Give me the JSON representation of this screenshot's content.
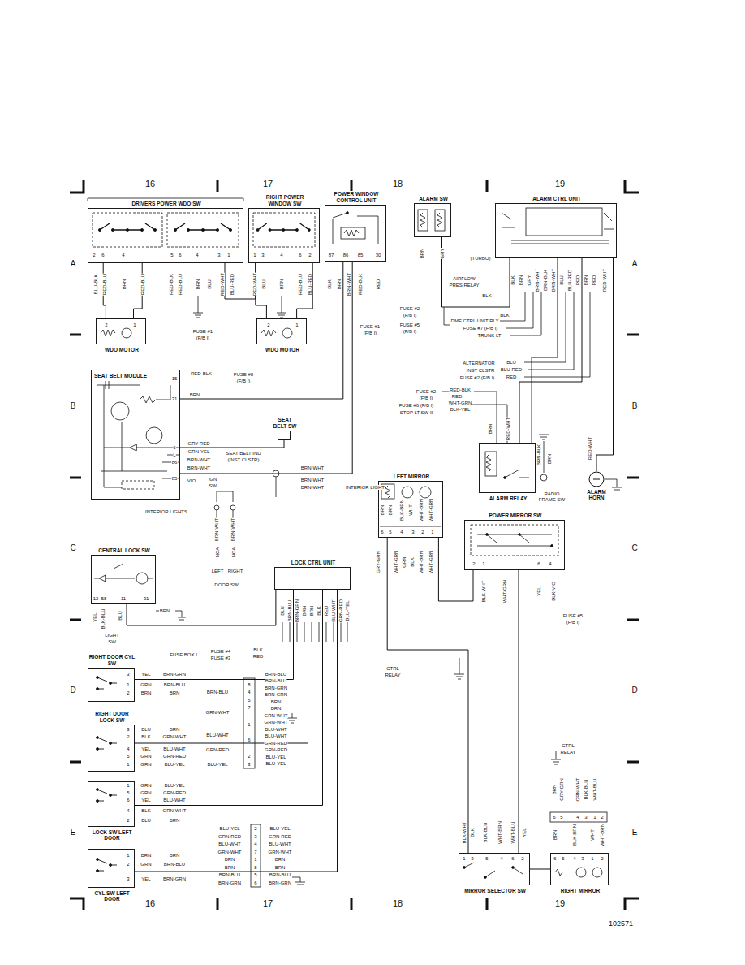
{
  "diagram": {
    "nodes": [
      {
        "text": [
          "DRIVERS POWER WDO SW"
        ]
      },
      {
        "text": [
          "RIGHT POWER WINDOW SW"
        ]
      },
      {
        "text": [
          "WDO MOTOR"
        ]
      },
      {
        "text": [
          "WDO MOTOR"
        ]
      },
      {
        "text": [
          "POWER WINDOW CONTROL UNIT"
        ]
      },
      {
        "text": [
          "ALARM SW"
        ]
      },
      {
        "text": [
          "ALARM CTRL UNIT"
        ]
      },
      {
        "text": [
          "SEAT BELT MODULE"
        ]
      },
      {
        "text": [
          "SEAT BELT SW"
        ]
      },
      {
        "text": [
          "ALARM RELAY"
        ]
      },
      {
        "text": [
          "LEFT MIRROR"
        ]
      },
      {
        "text": [
          "POWER MIRROR SW"
        ]
      },
      {
        "text": [
          "CENTRAL LOCK SW"
        ]
      },
      {
        "text": [
          "LOCK CTRL UNIT"
        ]
      },
      {
        "text": [
          "RIGHT DOOR CYL SW"
        ]
      },
      {
        "text": [
          "RIGHT DOOR LOCK SW"
        ]
      },
      {
        "text": [
          "LOCK SW LEFT DOOR"
        ]
      },
      {
        "text": [
          "CYL SW LEFT DOOR"
        ]
      },
      {
        "text": [
          "MIRROR SELECTOR SW"
        ]
      },
      {
        "text": [
          "RIGHT MIRROR"
        ]
      },
      {
        "text": [
          "ALARM HORN"
        ]
      }
    ],
    "edges": [
      {
        "from": 0,
        "to": 2,
        "arrow": "none"
      },
      {
        "from": 0,
        "to": 2,
        "arrow": "none"
      },
      {
        "from": 1,
        "to": 3,
        "arrow": "none"
      },
      {
        "from": 1,
        "to": 3,
        "arrow": "none"
      },
      {
        "from": 0,
        "to": 1,
        "arrow": "none"
      },
      {
        "from": 4,
        "to": 7,
        "arrow": "none"
      },
      {
        "from": 4,
        "to": 7,
        "arrow": "none"
      },
      {
        "from": 7,
        "to": 8,
        "arrow": "none"
      },
      {
        "from": 5,
        "to": 6,
        "arrow": "none"
      },
      {
        "from": 6,
        "to": 9,
        "arrow": "none"
      },
      {
        "from": 6,
        "to": 9,
        "arrow": "none"
      },
      {
        "from": 10,
        "to": 11,
        "arrow": "none"
      },
      {
        "from": 10,
        "to": 18,
        "arrow": "none"
      },
      {
        "from": 11,
        "to": 18,
        "arrow": "none"
      },
      {
        "from": 18,
        "to": 19,
        "arrow": "none"
      },
      {
        "from": 12,
        "to": 13,
        "arrow": "none"
      },
      {
        "from": 14,
        "to": 13,
        "arrow": "none"
      },
      {
        "from": 15,
        "to": 13,
        "arrow": "none"
      },
      {
        "from": 16,
        "to": 13,
        "arrow": "none"
      },
      {
        "from": 17,
        "to": 13,
        "arrow": "none"
      },
      {
        "from": 6,
        "to": 20,
        "arrow": "none"
      }
    ],
    "labels": [
      "16",
      "17",
      "18",
      "19",
      "16",
      "17",
      "18",
      "19",
      "A",
      "B",
      "C",
      "D",
      "E",
      "A",
      "B",
      "C",
      "D",
      "E",
      "102571",
      "2",
      "6",
      "4",
      "5",
      "6",
      "4",
      "3",
      "1",
      "BLU-BLK",
      "RED-BLU",
      "BRN",
      "RED-BLU",
      "RED-BLK",
      "RED-BLU",
      "BRN",
      "BLU",
      "RED-WHT",
      "BLU-RED",
      "1",
      "3",
      "4",
      "6",
      "2",
      "RED-WHT",
      "BLU",
      "BRN",
      "RED-BLU",
      "BLU-RED",
      "2",
      "1",
      "2",
      "1",
      "FUSE #1",
      "(F/B I)",
      "87",
      "86",
      "85",
      "30",
      "BLK",
      "BRN",
      "BRN-WHT",
      "RED-BLK",
      "RED",
      "FUSE #2",
      "(F/B I)",
      "FUSE #5",
      "(F/B I)",
      "FUSE #1",
      "(F/B I)",
      "BRN",
      "GRY",
      "(TURBO)",
      "AIRFLOW",
      "PRES RELAY",
      "BLK",
      "BLK",
      "BRN",
      "GRY",
      "BRN-WHT",
      "BRN-BLK",
      "BRN-WHT",
      "BLU",
      "BLU-RED",
      "RED",
      "BRN",
      "RED",
      "RED-WHT",
      "DME CTRL UNIT RLY",
      "FUSE #7 (F/B I)",
      "TRUNK LT",
      "BLK",
      "ALTERNATOR",
      "INST CLSTR",
      "FUSE #2 (F/B I)",
      "BLU",
      "BLU-RED",
      "RED",
      "15",
      "31",
      "6",
      "L",
      "86",
      "85",
      "RED-BLK",
      "FUSE #8",
      "(F/B I)",
      "BRN",
      "GRY-RED",
      "GRN-YEL",
      "SEAT BELT IND",
      "(INST CLSTR)",
      "BRN-WHT",
      "BRN-WHT",
      "VIO",
      "IGN",
      "SW",
      "BRN-WHT",
      "BRN-WHT",
      "BRN-WHT",
      "INTERIOR LIGHT",
      "INTERIOR LIGHTS",
      "BRN-WHT",
      "BRN-WHT",
      "NCA",
      "NCA",
      "LEFT",
      "RIGHT",
      "DOOR SW",
      "FUSE #2",
      "(F/B I)",
      "FUSE #6 (F/B I)",
      "STOP LT SW II",
      "RED-BLK",
      "RED",
      "WHT-GRN",
      "BLK-YEL",
      "BRN",
      "RED-WHT",
      "BRN-BLK",
      "BRN",
      "RADIO FRAME SW",
      "RED-WHT",
      "BRN",
      "BRN",
      "BLK-BRN",
      "WHT",
      "WHT-BRN",
      "WHT-GRN",
      "6",
      "5",
      "4",
      "3",
      "2",
      "1",
      "GRY-GRN",
      "WHT-GRN",
      "GRN",
      "BLK",
      "WHT-BRN",
      "WHT-GRN",
      "2",
      "1",
      "6",
      "4",
      "BLK-WHT",
      "WHT-GRN",
      "YEL",
      "BLK-VIO",
      "FUSE #5",
      "(F/B I)",
      "CTRL",
      "RELAY",
      "12",
      "58",
      "11",
      "31",
      "YEL",
      "BLK-BLU",
      "BLU",
      "BRN",
      "LIGHT",
      "SW",
      "BLU",
      "BRN-BLU",
      "BRN-GRN",
      "BRN",
      "BRN",
      "BLK",
      "RED",
      "BLU-WHT",
      "GRN-RED",
      "BLU-YEL",
      "FUSE BOX I",
      "FUSE #4",
      "FUSE #3",
      "BLK",
      "RED",
      "3",
      "1",
      "2",
      "YEL",
      "GRN",
      "BRN",
      "BRN-GRN",
      "BRN-BLU",
      "BRN",
      "8",
      "4",
      "5",
      "7",
      "1",
      "6",
      "2",
      "3",
      "BRN-BLU",
      "BRN-BLU",
      "BRN-GRN",
      "BRN-GRN",
      "BRN",
      "BRN",
      "GRN-WHT",
      "GRN-WHT",
      "BLU-WHT",
      "BLU-WHT",
      "GRN-RED",
      "GRN-RED",
      "BLU-YEL",
      "BLU-YEL",
      "BRN-BLU",
      "GRN-WHT",
      "BLU-WHT",
      "GRN-RED",
      "BLU-YEL",
      "3",
      "2",
      "4",
      "5",
      "1",
      "BLU",
      "BLK",
      "YEL",
      "GRN",
      "GRN",
      "BRN",
      "GRN-WHT",
      "BLU-WHT",
      "GRN-RED",
      "BLU-YEL",
      "1",
      "5",
      "6",
      "4",
      "2",
      "GRN",
      "GRN",
      "YEL",
      "BLK",
      "BLU",
      "BLU-YEL",
      "GRN-RED",
      "BLU-WHT",
      "GRN-WHT",
      "BRN",
      "2",
      "3",
      "4",
      "7",
      "1",
      "8",
      "5",
      "6",
      "BLU-YEL",
      "GRN-RED",
      "BLU-WHT",
      "GRN-WHT",
      "BRN",
      "BRN",
      "BRN-BLU",
      "BRN-GRN",
      "BLU-YEL",
      "GRN-RED",
      "BLU-WHT",
      "GRN-WHT",
      "BRN",
      "BRN",
      "BRN-BLU",
      "BRN-GRN",
      "1",
      "2",
      "3",
      "BRN",
      "GRN",
      "YEL",
      "BRN",
      "BRN-BLU",
      "BRN-GRN",
      "1",
      "3",
      "5",
      "4",
      "6",
      "2",
      "BLK-WHT",
      "BLK",
      "BLK-BLU",
      "WHT-BRN",
      "WHT-BLU",
      "YEL",
      "6",
      "5",
      "4",
      "3",
      "1",
      "2",
      "BRN",
      "BLK-BRN",
      "WHT",
      "WHT-BRN",
      "BRN",
      "GRY-GRN",
      "GRN-WHT",
      "BLK-BLU",
      "WHT-BLU",
      "6",
      "5",
      "4",
      "3",
      "1",
      "2",
      "CTRL",
      "RELAY"
    ]
  }
}
